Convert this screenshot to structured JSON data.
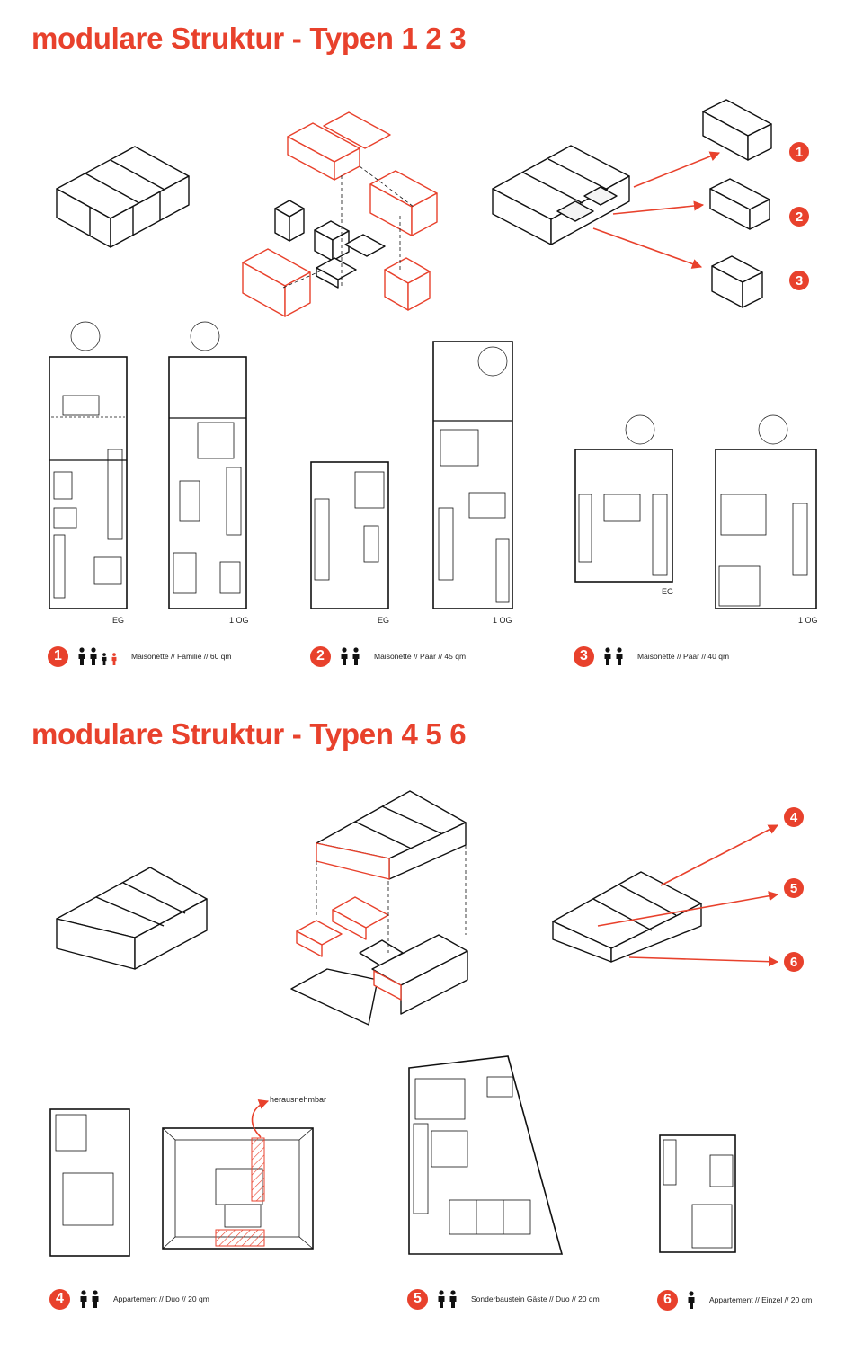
{
  "section1": {
    "title": "modulare Struktur - Typen 1 2 3"
  },
  "section2": {
    "title": "modulare Struktur - Typen 4 5 6"
  },
  "colors": {
    "accent": "#e8412c",
    "line": "#111111"
  },
  "callouts": [
    "1",
    "2",
    "3",
    "4",
    "5",
    "6"
  ],
  "floor_labels": [
    "EG",
    "1 OG",
    "EG",
    "1 OG",
    "EG",
    "1 OG"
  ],
  "annotation": "herausnehmbar",
  "types": [
    {
      "number": "1",
      "persons": [
        "adult",
        "adult",
        "child",
        "child-accent"
      ],
      "label": "Maisonette // Familie // 60 qm"
    },
    {
      "number": "2",
      "persons": [
        "adult",
        "adult"
      ],
      "label": "Maisonette // Paar // 45 qm"
    },
    {
      "number": "3",
      "persons": [
        "adult",
        "adult"
      ],
      "label": "Maisonette // Paar // 40 qm"
    },
    {
      "number": "4",
      "persons": [
        "adult",
        "adult"
      ],
      "label": "Appartement // Duo // 20 qm"
    },
    {
      "number": "5",
      "persons": [
        "adult",
        "adult"
      ],
      "label": "Sonderbaustein Gäste // Duo // 20 qm"
    },
    {
      "number": "6",
      "persons": [
        "adult"
      ],
      "label": "Appartement // Einzel // 20 qm"
    }
  ]
}
